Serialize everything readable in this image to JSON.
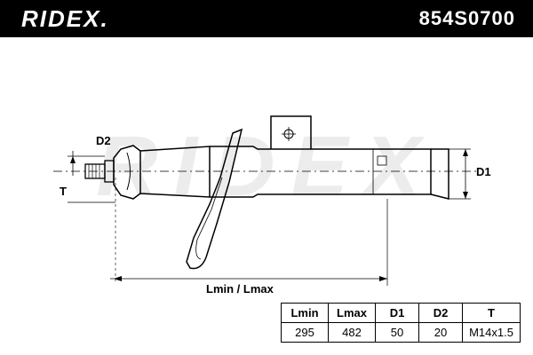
{
  "header": {
    "brand": "RIDEX.",
    "part_number": "854S0700"
  },
  "watermark": "RIDEX",
  "drawing": {
    "label_d2": "D2",
    "label_t": "T",
    "label_d1": "D1",
    "label_length": "Lmin / Lmax"
  },
  "specs": {
    "headers": [
      "Lmin",
      "Lmax",
      "D1",
      "D2",
      "T"
    ],
    "values": [
      "295",
      "482",
      "50",
      "20",
      "M14x1.5"
    ]
  }
}
